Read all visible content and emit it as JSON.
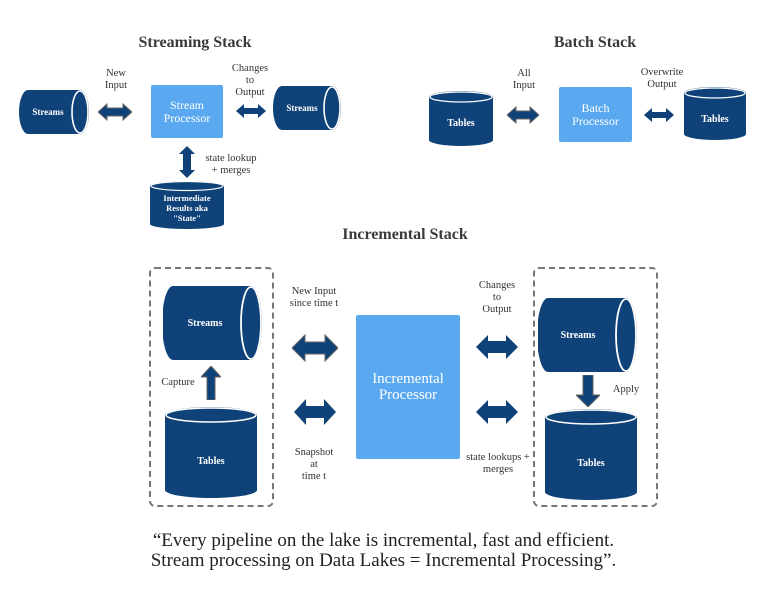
{
  "colors": {
    "cylinder": "#0f4278",
    "processor": "#5aa9f0",
    "arrow": "#0f4278",
    "dashed_border": "#777777"
  },
  "streaming": {
    "title": "Streaming Stack",
    "left_store": "Streams",
    "left_label": [
      "New",
      "Input"
    ],
    "processor": [
      "Stream",
      "Processor"
    ],
    "right_label": [
      "Changes",
      "to",
      "Output"
    ],
    "right_store": "Streams",
    "state_label": [
      "state lookup",
      "+ merges"
    ],
    "state_store": [
      "Intermediate",
      "Results aka",
      "\"State\""
    ]
  },
  "batch": {
    "title": "Batch Stack",
    "left_store": "Tables",
    "left_label": [
      "All",
      "Input"
    ],
    "processor": [
      "Batch",
      "Processor"
    ],
    "right_label": [
      "Overwrite",
      "Output"
    ],
    "right_store": "Tables"
  },
  "incremental": {
    "title": "Incremental Stack",
    "left_streams": "Streams",
    "left_tables": "Tables",
    "capture_label": "Capture",
    "new_input_label": [
      "New Input",
      "since time t"
    ],
    "snapshot_label": [
      "Snapshot",
      "at",
      "time t"
    ],
    "processor": [
      "Incremental",
      "Processor"
    ],
    "changes_label": [
      "Changes",
      "to",
      "Output"
    ],
    "state_label": [
      "state lookups +",
      "merges"
    ],
    "right_streams": "Streams",
    "apply_label": "Apply",
    "right_tables": "Tables"
  },
  "quote": {
    "line1": "“Every pipeline on the lake is incremental, fast and efficient.",
    "line2": "Stream processing on Data Lakes = Incremental Processing”."
  }
}
